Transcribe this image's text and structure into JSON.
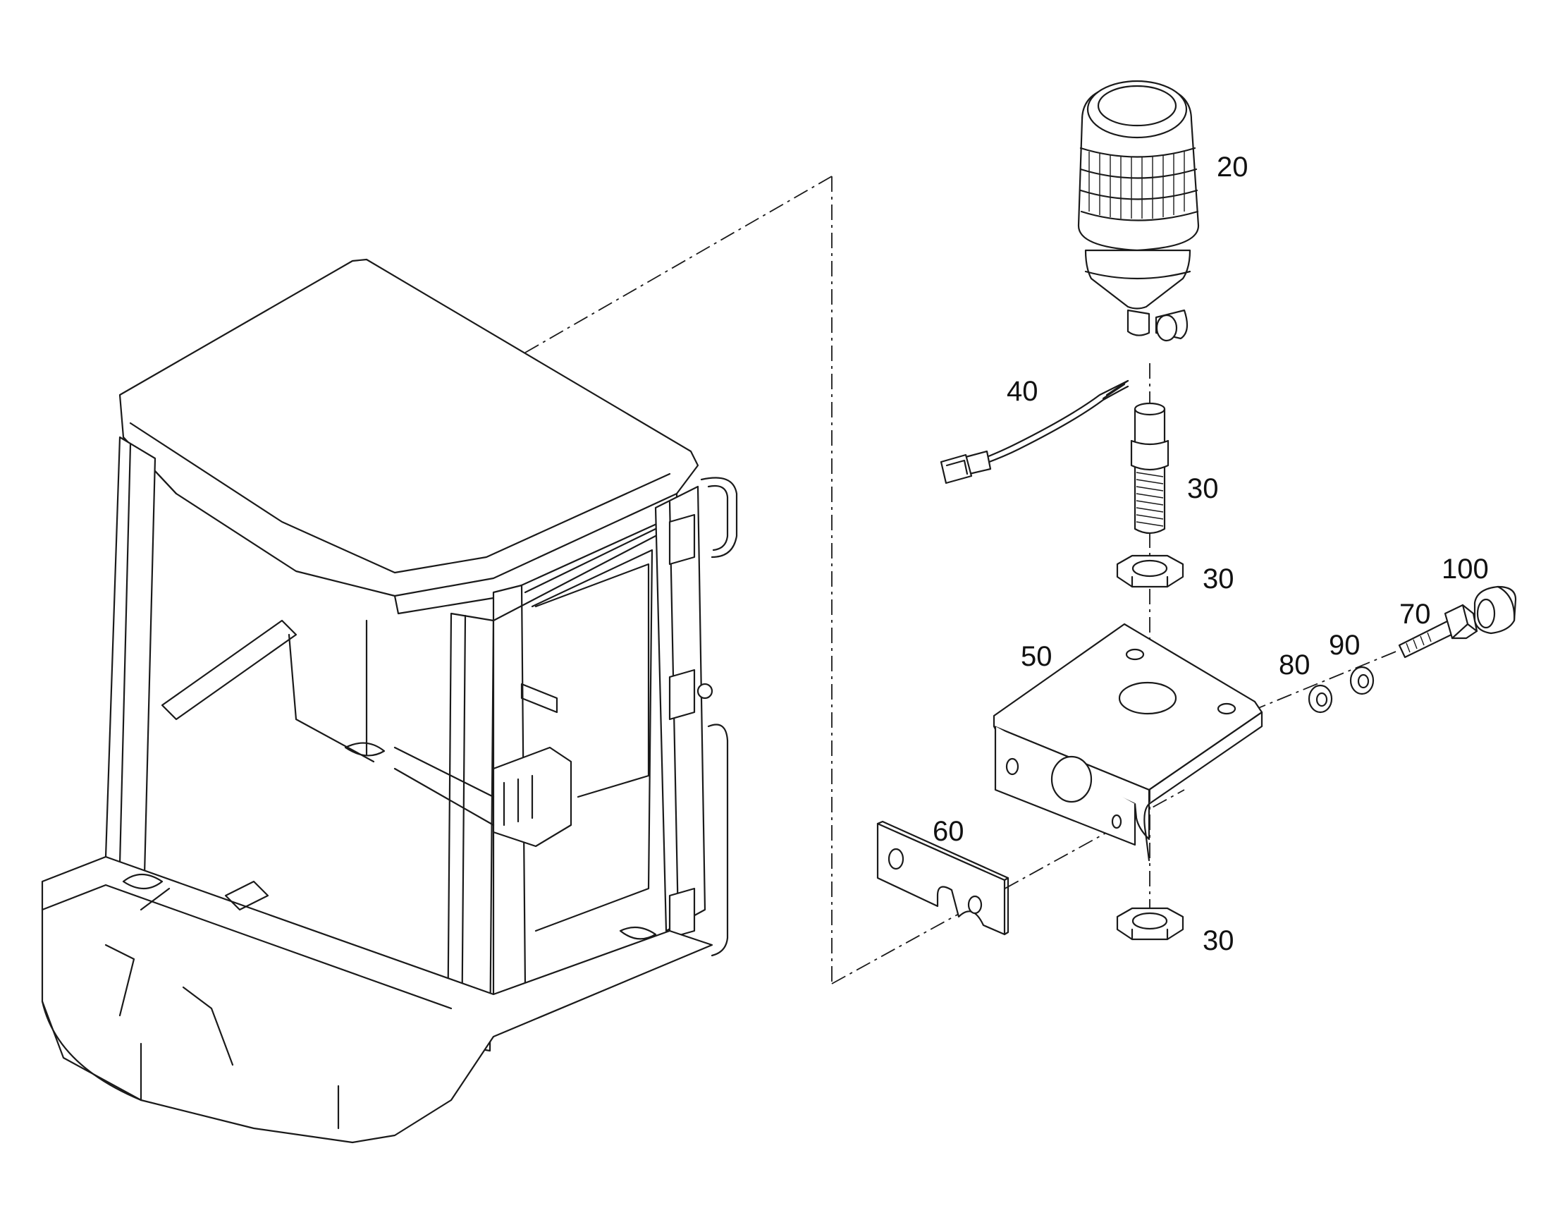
{
  "callouts": {
    "c20": "20",
    "c30a": "30",
    "c30b": "30",
    "c30c": "30",
    "c40": "40",
    "c50": "50",
    "c60": "60",
    "c70": "70",
    "c80": "80",
    "c90": "90",
    "c100": "100"
  }
}
